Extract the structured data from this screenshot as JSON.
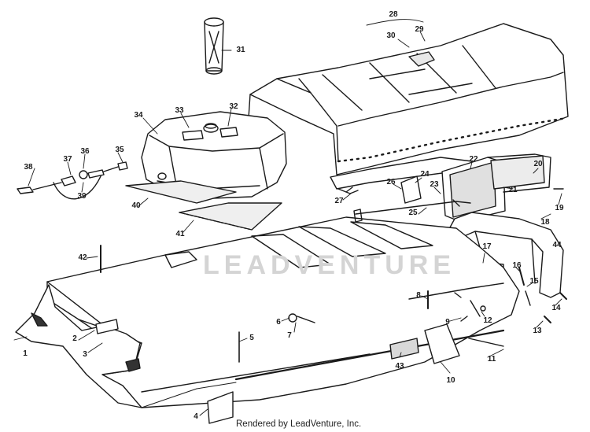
{
  "diagram": {
    "callouts": [
      "1",
      "2",
      "3",
      "4",
      "5",
      "6",
      "7",
      "8",
      "9",
      "10",
      "11",
      "12",
      "13",
      "14",
      "15",
      "16",
      "17",
      "18",
      "19",
      "20",
      "21",
      "22",
      "23",
      "24",
      "25",
      "26",
      "27",
      "28",
      "29",
      "30",
      "31",
      "32",
      "33",
      "34",
      "35",
      "36",
      "37",
      "38",
      "39",
      "40",
      "41",
      "42",
      "43",
      "44"
    ],
    "watermark": "LEADVENTURE",
    "credit": "Rendered by LeadVenture, Inc."
  }
}
